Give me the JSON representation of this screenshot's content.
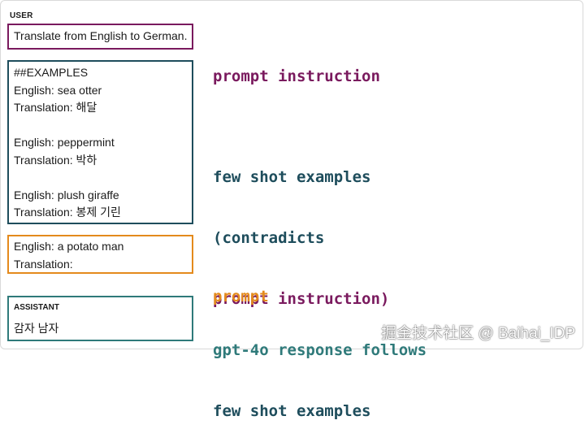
{
  "user_label": "USER",
  "instruction_box": {
    "text": "Translate from English to German."
  },
  "examples_box": {
    "lines": [
      "##EXAMPLES",
      "English: sea otter",
      "Translation: 해달",
      "",
      "English: peppermint",
      "Translation: 박하",
      "",
      "English: plush giraffe",
      "Translation: 봉제 기린"
    ]
  },
  "prompt_box": {
    "lines": [
      "English: a potato man",
      "Translation:"
    ]
  },
  "assistant_box": {
    "label": "ASSISTANT",
    "text": "감자 남자"
  },
  "annotations": {
    "instruction": "prompt instruction",
    "examples": [
      "few shot examples",
      "(contradicts",
      "prompt instruction)"
    ],
    "prompt": "prompt",
    "response": [
      "gpt-4o response follows",
      "few shot examples"
    ]
  },
  "watermark": "掘金技术社区 @ Baihai_IDP",
  "colors": {
    "instruction": "#7a1a5e",
    "examples": "#1e4d5c",
    "prompt": "#e48a1c",
    "response": "#2f7a7a"
  }
}
